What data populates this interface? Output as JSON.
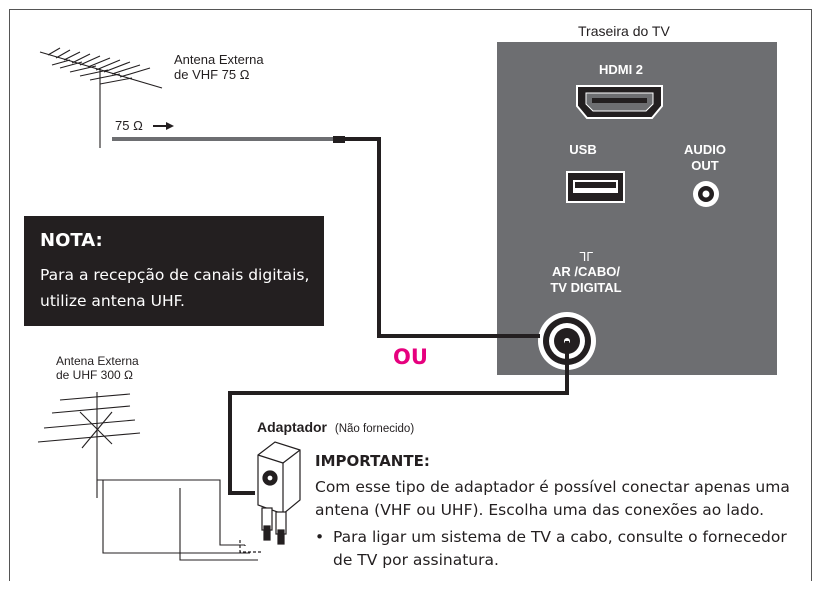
{
  "tv": {
    "title": "Traseira do TV",
    "hdmi_label": "HDMI 2",
    "usb_label": "USB",
    "audio_label_1": "AUDIO",
    "audio_label_2": "OUT",
    "ant_symbol": "ᒣᒥ",
    "ant_label_1": "AR /CABO/",
    "ant_label_2": "TV DIGITAL"
  },
  "vhf": {
    "label_1": "Antena Externa",
    "label_2": "de VHF 75 Ω",
    "cable_label": "75 Ω"
  },
  "uhf": {
    "label_1": "Antena Externa",
    "label_2": "de UHF 300 Ω"
  },
  "nota": {
    "title": "NOTA:",
    "text": "Para a recepção de canais digitais, utilize antena UHF."
  },
  "or_label": "OU",
  "adapter": {
    "label": "Adaptador",
    "note": "(Não fornecido)"
  },
  "importante": {
    "title": "IMPORTANTE:",
    "text": "Com esse tipo de adaptador é possível conectar apenas uma antena (VHF ou UHF). Escolha uma das conexões ao lado.",
    "bullet": "Para ligar um sistema de TV a cabo, consulte o fornecedor de TV por assinatura."
  },
  "colors": {
    "panel": "#6d6e71",
    "accent": "#e6007e",
    "box": "#231f20"
  }
}
